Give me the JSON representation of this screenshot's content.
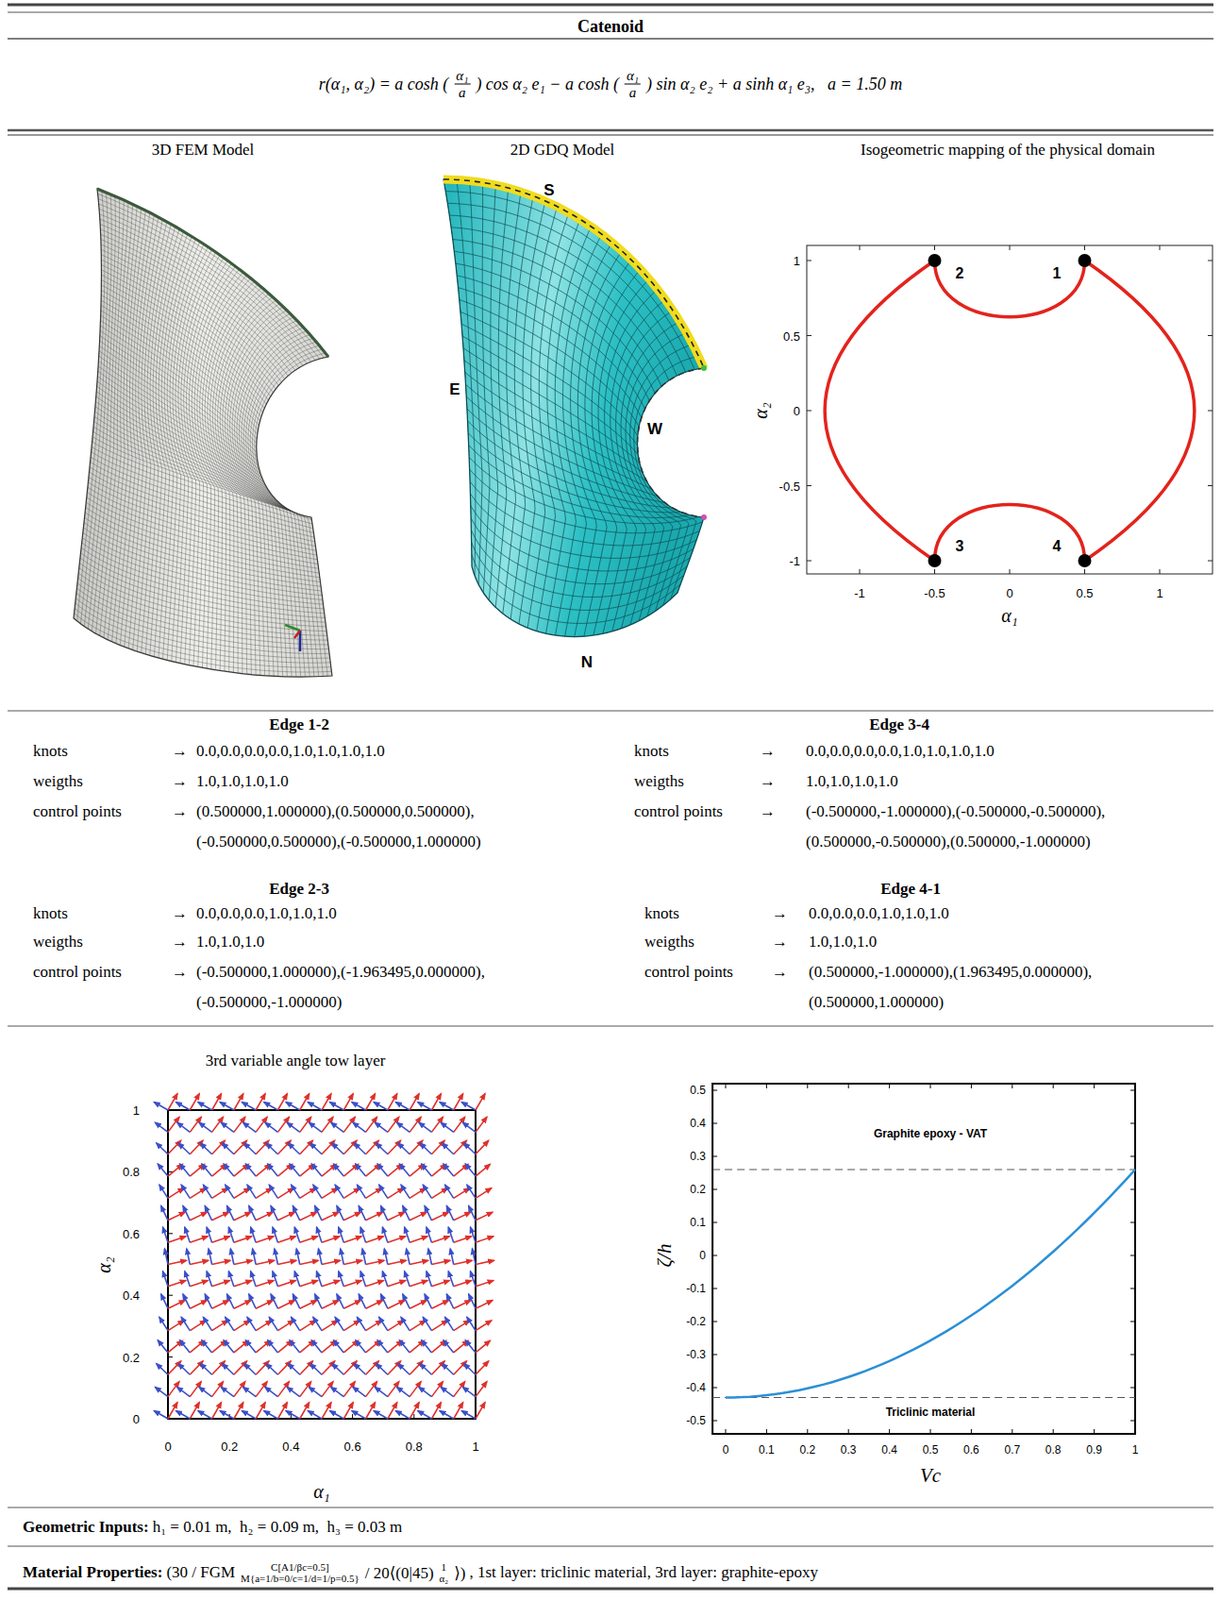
{
  "diagram": {
    "title": "Catenoid",
    "labels": [
      "r(α₁, α₂) = a cosh (",
      "α₁",
      "a",
      ") cos α₂ e₁ − a cosh (",
      "α₁",
      "a",
      ") sin α₂ e₂ + a sinh α₁ e₃,   a = 1.50 m",
      "3D FEM Model",
      "2D GDQ Model",
      "Isogeometric mapping of the physical domain",
      "S",
      "E",
      "W",
      "N",
      "1",
      "0.5",
      "0",
      "-0.5",
      "-1",
      "-1",
      "-0.5",
      "0",
      "0.5",
      "1",
      "α₁",
      "α₂",
      "2",
      "1",
      "3",
      "4",
      "Edge 1-2",
      "knots",
      "→",
      "0.0,0.0,0.0,0.0,1.0,1.0,1.0,1.0",
      "weigths",
      "→",
      "1.0,1.0,1.0,1.0",
      "control points",
      "→",
      "(0.500000,1.000000),(0.500000,0.500000),",
      "(-0.500000,0.500000),(-0.500000,1.000000)",
      "Edge 3-4",
      "knots",
      "→",
      "0.0,0.0,0.0,0.0,1.0,1.0,1.0,1.0",
      "weigths",
      "→",
      "1.0,1.0,1.0,1.0",
      "control points",
      "→",
      "(-0.500000,-1.000000),(-0.500000,-0.500000),",
      "(0.500000,-0.500000),(0.500000,-1.000000)",
      "Edge 2-3",
      "knots",
      "→",
      "0.0,0.0,0.0,1.0,1.0,1.0",
      "weigths",
      "→",
      "1.0,1.0,1.0",
      "control points",
      "→",
      "(-0.500000,1.000000),(-1.963495,0.000000),",
      "(-0.500000,-1.000000)",
      "Edge 4-1",
      "knots",
      "→",
      "0.0,0.0,0.0,1.0,1.0,1.0",
      "weigths",
      "→",
      "1.0,1.0,1.0",
      "control points",
      "→",
      "(0.500000,-1.000000),(1.963495,0.000000),",
      "(0.500000,1.000000)",
      "3rd variable angle tow layer",
      "Graphite epoxy - VAT",
      "1",
      "0.8",
      "0.6",
      "0.4",
      "0.2",
      "0",
      "0",
      "0.2",
      "0.4",
      "0.6",
      "0.8",
      "1",
      "α₁",
      "α₂",
      "0.5",
      "0.4",
      "0.3",
      "0.2",
      "0.1",
      "0",
      "-0.1",
      "-0.2",
      "-0.3",
      "-0.4",
      "-0.5",
      "Triclinic material",
      "0",
      "0.1",
      "0.2",
      "0.3",
      "0.4",
      "0.5",
      "0.6",
      "0.7",
      "0.8",
      "0.9",
      "1",
      "ζ/h",
      "Vc",
      "Geometric Inputs:",
      "h₁ = 0.01 m,  h₂ = 0.09 m,  h₃ = 0.03 m",
      "Material Properties:",
      "(30 / FGM",
      "C[A1/βc=0.5]",
      "M{a=1/b=0/c=1/d=1/p=0.5}",
      "/ 20⟨(0|45)",
      "1",
      "α₂",
      "⟩)",
      ", 1st layer: triclinic material, 3rd layer: graphite-epoxy"
    ]
  }
}
